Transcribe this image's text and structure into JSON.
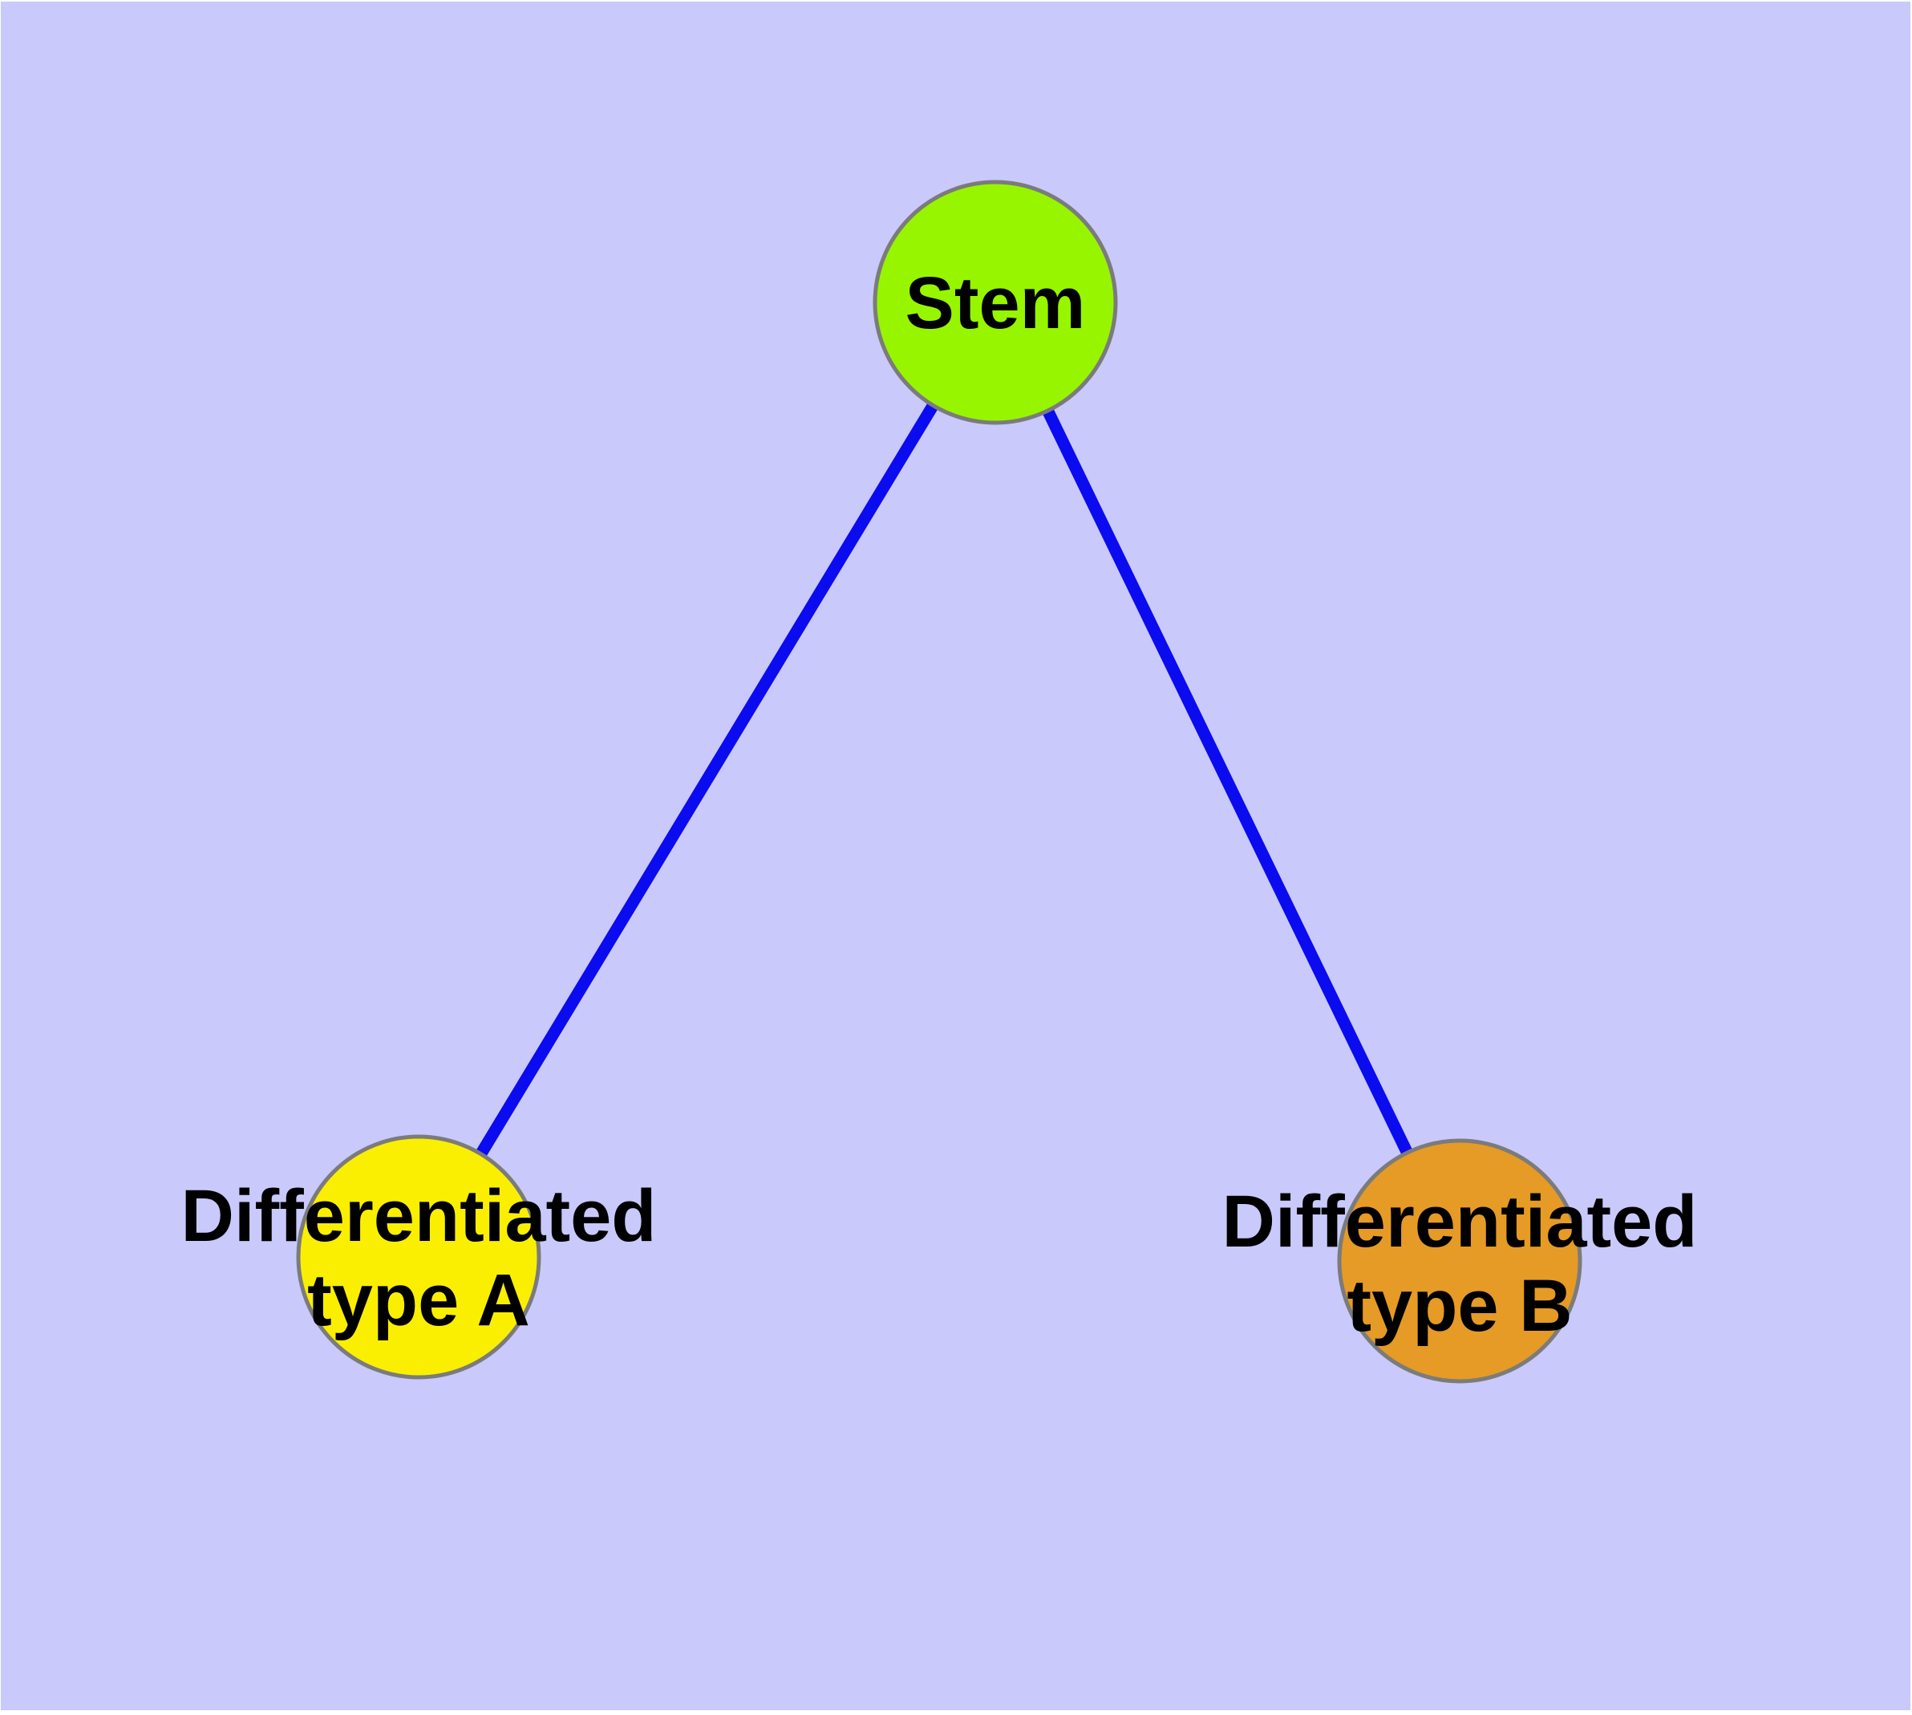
{
  "figure": {
    "background_color": "#C9C9FB",
    "frame_color": "#FFFFFF",
    "edge_color": "#0B0BF0",
    "node_outline_color": "#7B7B7B",
    "label_color": "#000000",
    "nodes": [
      {
        "id": "stem",
        "label": "Stem",
        "fill_color": "#97F500"
      },
      {
        "id": "differentiated-type-a",
        "label": "Differentiated type A",
        "label_lines": [
          "Differentiated",
          "type A"
        ],
        "fill_color": "#FAEF00"
      },
      {
        "id": "differentiated-type-b",
        "label": "Differentiated type B",
        "label_lines": [
          "Differentiated",
          "type B"
        ],
        "fill_color": "#E59B25"
      }
    ],
    "edges": [
      {
        "from": "Stem",
        "to": "Differentiated type A"
      },
      {
        "from": "Stem",
        "to": "Differentiated type B"
      }
    ]
  }
}
